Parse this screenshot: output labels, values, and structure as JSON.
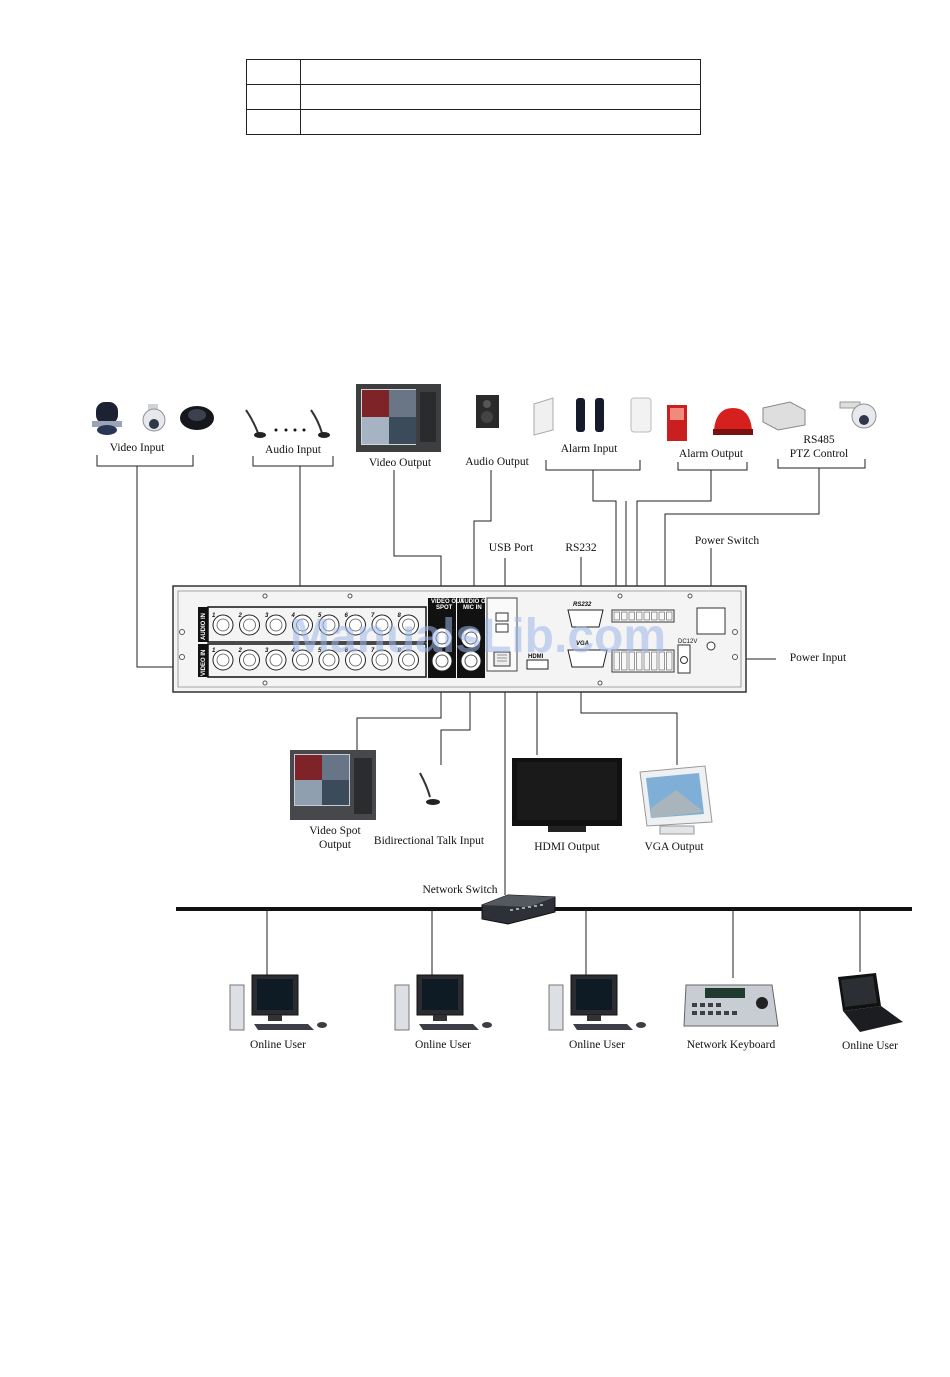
{
  "labels": {
    "video_input": "Video Input",
    "audio_input": "Audio Input",
    "video_output": "Video Output",
    "audio_output": "Audio Output",
    "alarm_input": "Alarm Input",
    "alarm_output": "Alarm Output",
    "rs485_line1": "RS485",
    "rs485_line2": "PTZ Control",
    "usb_port": "USB Port",
    "rs232": "RS232",
    "power_switch": "Power Switch",
    "power_input": "Power Input",
    "video_spot_line1": "Video Spot",
    "video_spot_line2": "Output",
    "bidirectional_talk": "Bidirectional Talk Input",
    "hdmi_output": "HDMI Output",
    "vga_output": "VGA Output",
    "network_switch": "Network Switch",
    "online_user": "Online User",
    "network_keyboard": "Network Keyboard"
  },
  "panel_text": {
    "audio_in": "AUDIO IN",
    "video_in": "VIDEO IN",
    "video_out": "VIDEO OUT",
    "audio_out": "AUDIO OUT",
    "spot": "SPOT",
    "mic_in": "MIC IN",
    "rs232": "RS232",
    "vga": "VGA",
    "hdmi": "HDMI",
    "dc": "DC12V",
    "port_numbers": [
      "1",
      "2",
      "3",
      "4",
      "5",
      "6",
      "7",
      "8"
    ]
  },
  "watermark": "ManualsLib.com",
  "colors": {
    "line": "#222222",
    "panel_fill": "#f4f4f4",
    "watermark": "#9fb6e8",
    "alarm_red": "#d6201e"
  },
  "icons": [
    "camera-icon",
    "microphone-icon",
    "monitor-icon",
    "speaker-icon",
    "alarm-sensor-icon",
    "siren-icon",
    "decoder-icon",
    "speed-dome-icon",
    "tv-icon",
    "crt-monitor-icon",
    "network-switch-icon",
    "desktop-pc-icon",
    "keyboard-controller-icon",
    "laptop-icon"
  ]
}
